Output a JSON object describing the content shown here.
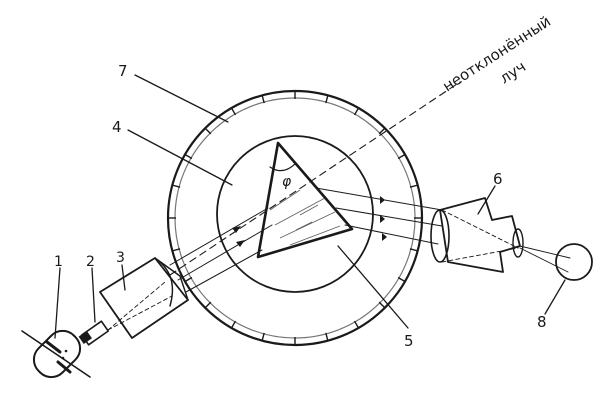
{
  "labels": {
    "n1": "1",
    "n2": "2",
    "n3": "3",
    "n4": "4",
    "n5": "5",
    "n6": "6",
    "n7": "7",
    "n8": "8",
    "phi": "φ"
  },
  "caption": {
    "line1": "неотклонённый",
    "line2": "луч"
  },
  "colors": {
    "ink": "#1a1a1a",
    "background": "#ffffff"
  }
}
